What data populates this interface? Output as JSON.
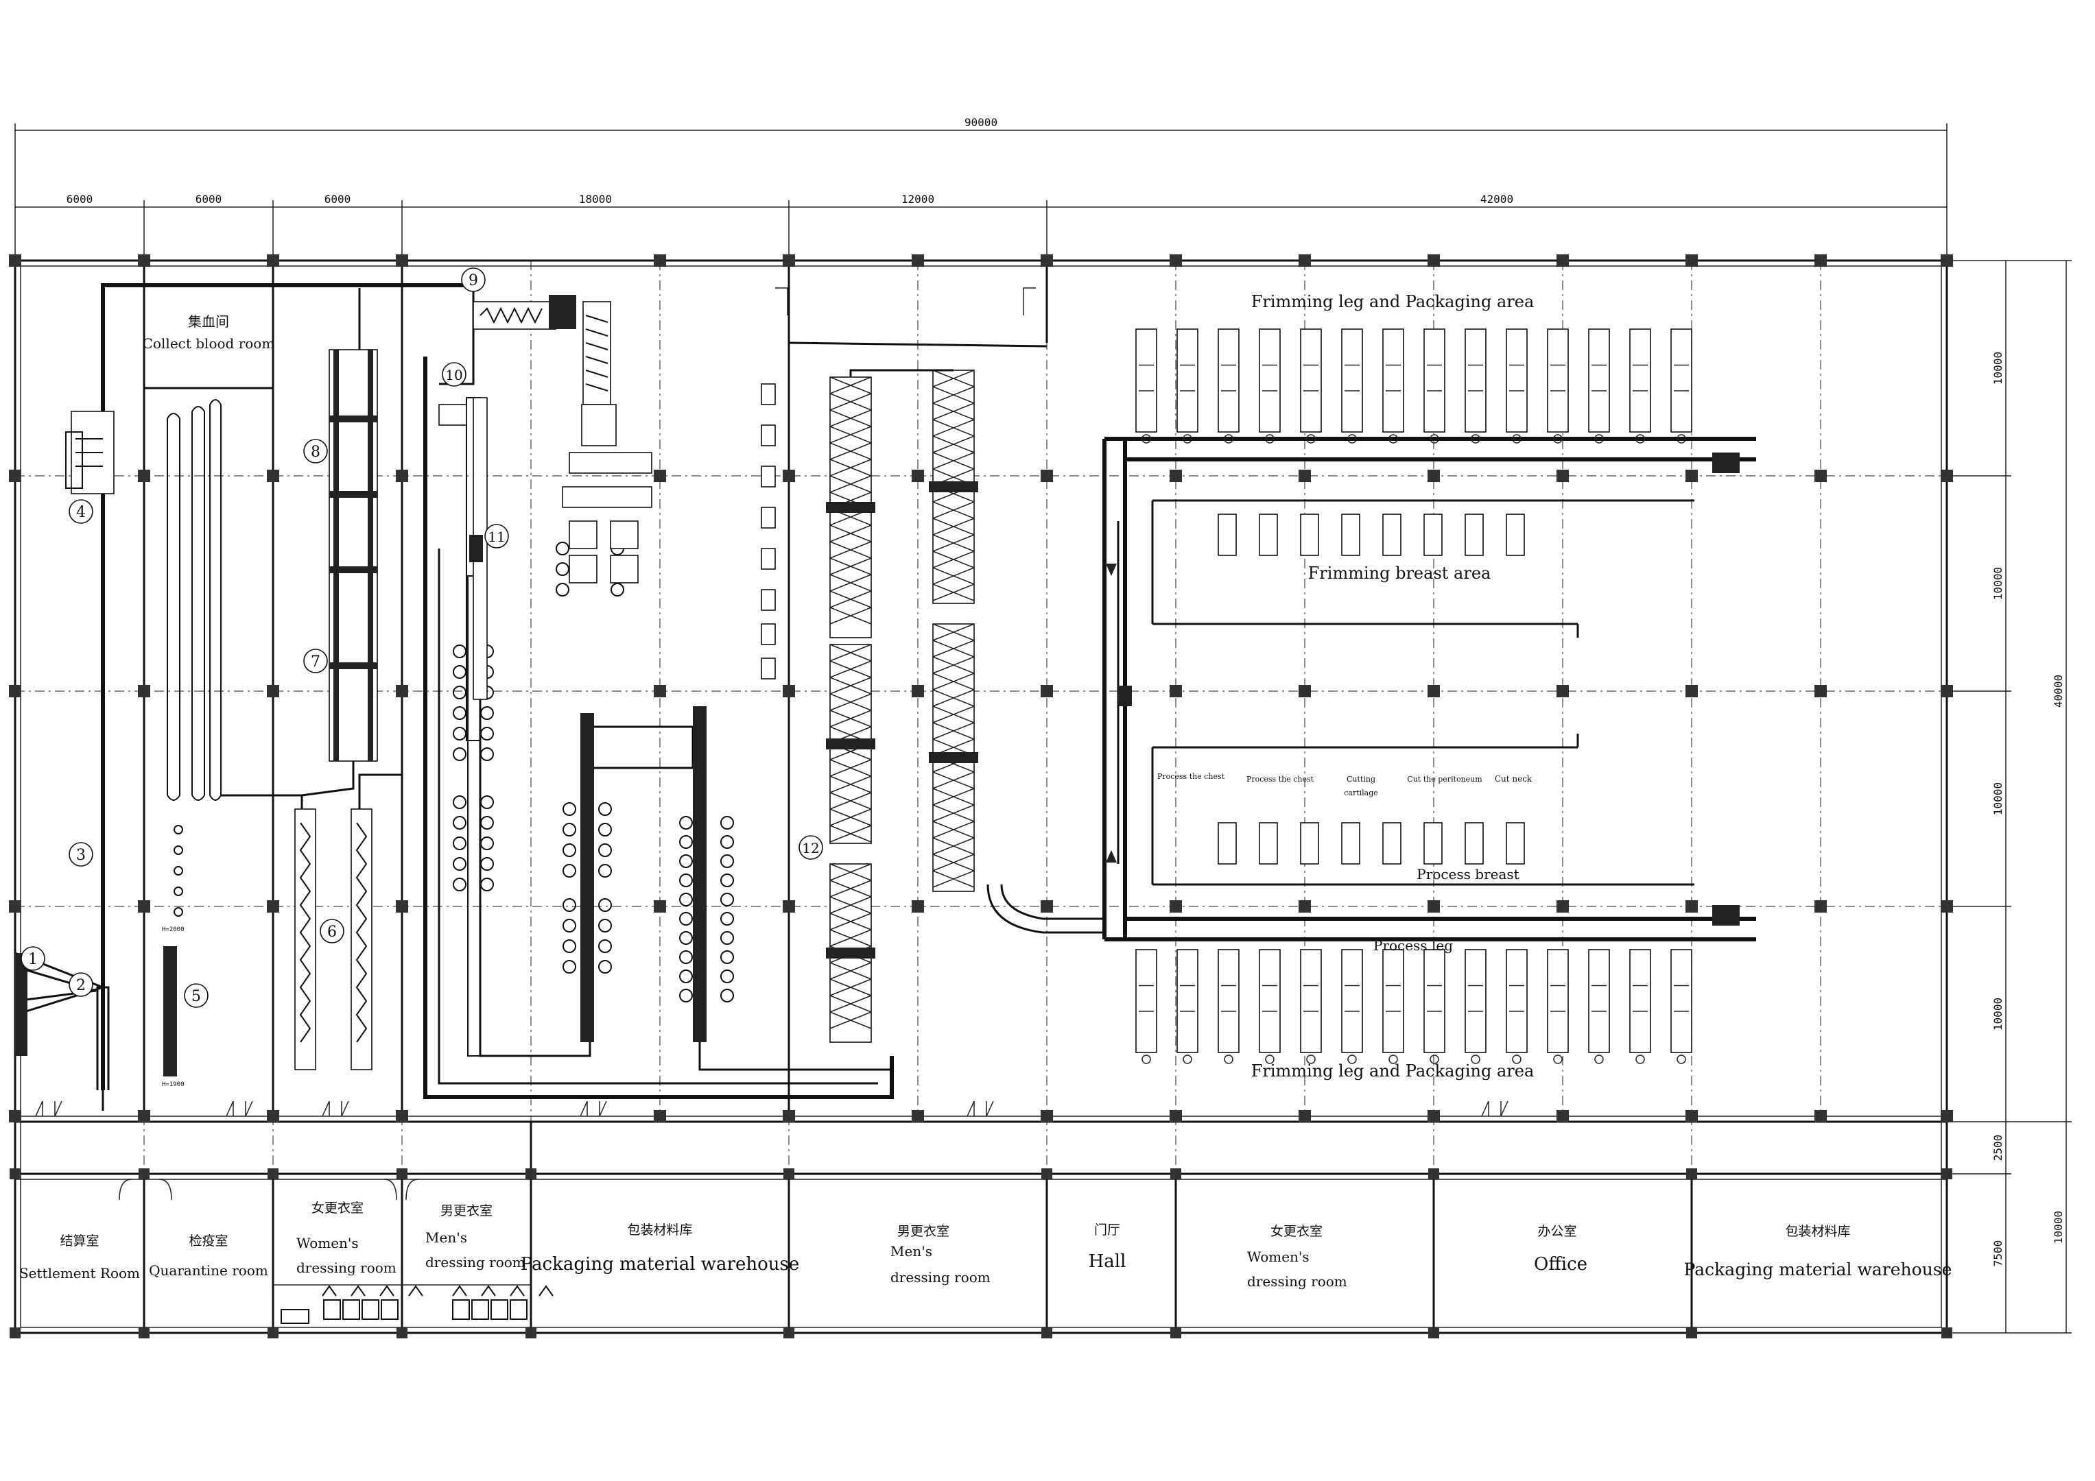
{
  "dimensions": {
    "total": "90000",
    "segments": [
      "6000",
      "6000",
      "6000",
      "18000",
      "12000",
      "42000"
    ],
    "right_inner": [
      "10000",
      "10000",
      "10000",
      "10000",
      "2500",
      "7500"
    ],
    "right_outer": [
      "40000",
      "10000"
    ]
  },
  "areas": {
    "collect_blood_cn": "集血间",
    "collect_blood_en": "Collect blood room",
    "trim_pack_top": "Frimming leg and Packaging area",
    "trim_pack_bottom": "Frimming leg and Packaging area",
    "trim_breast": "Frimming breast area",
    "process_breast": "Process breast",
    "process_leg": "Process leg"
  },
  "stations": [
    "Process the chest",
    "Process the chest",
    "Cutting",
    "Cut the peritoneum",
    "Cut neck"
  ],
  "stations_extra": "cartilage",
  "markers": [
    "1",
    "2",
    "3",
    "4",
    "5",
    "6",
    "7",
    "8",
    "9",
    "10",
    "11",
    "12"
  ],
  "height_marks": [
    "H=2000",
    "H=1900"
  ],
  "rooms": [
    {
      "cn": "结算室",
      "en": "Settlement Room"
    },
    {
      "cn": "检疫室",
      "en": "Quarantine room"
    },
    {
      "cn": "女更衣室",
      "en": "Women's",
      "en2": "dressing room"
    },
    {
      "cn": "男更衣室",
      "en": "Men's",
      "en2": "dressing room"
    },
    {
      "cn": "包装材料库",
      "en": "Packaging material warehouse"
    },
    {
      "cn": "男更衣室",
      "en": "Men's",
      "en2": "dressing room"
    },
    {
      "cn": "门厅",
      "en": "Hall"
    },
    {
      "cn": "女更衣室",
      "en": "Women's",
      "en2": "dressing room"
    },
    {
      "cn": "办公室",
      "en": "Office"
    },
    {
      "cn": "包装材料库",
      "en": "Packaging material warehouse"
    }
  ]
}
